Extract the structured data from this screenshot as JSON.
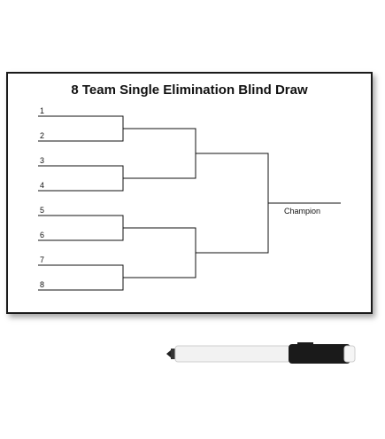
{
  "title": "8 Team Single Elimination Blind Draw",
  "seeds": [
    "1",
    "2",
    "3",
    "4",
    "5",
    "6",
    "7",
    "8"
  ],
  "champion_label": "Champion",
  "colors": {
    "line": "#111111",
    "board_border": "#1a1a1a",
    "marker_cap": "#1a1a1a",
    "marker_body": "#f2f2f2"
  },
  "icons": [
    "dry-erase-marker-icon"
  ]
}
